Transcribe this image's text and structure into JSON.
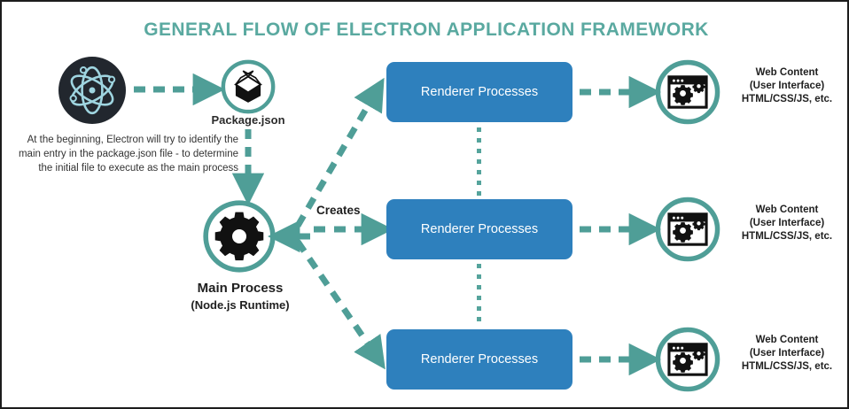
{
  "title": "GENERAL FLOW OF ELECTRON APPLICATION FRAMEWORK",
  "colors": {
    "teal": "#4f9e97",
    "teal_ring": "#4f9e97",
    "title_teal": "#5aa9a0",
    "blue_box": "#2e80bd",
    "electron_bg": "#22272e",
    "electron_line": "#9fd5e0",
    "dark_text": "#1f1f1f",
    "border": "#1c1c1c",
    "background": "#ffffff"
  },
  "nodes": {
    "electron": {
      "icon": "electron-atom-logo",
      "label": ""
    },
    "package_json": {
      "icon": "open-box-icon",
      "label": "Package.json"
    },
    "intro_text": "At the beginning, Electron will try to identify the main entry in the package.json file - to determine the initial file to execute as the main process",
    "main_process": {
      "icon": "gear-icon",
      "label_line1": "Main Process",
      "label_line2": "(Node.js Runtime)"
    },
    "creates_label": "Creates"
  },
  "renderers": [
    {
      "label": "Renderer Processes"
    },
    {
      "label": "Renderer Processes"
    },
    {
      "label": "Renderer Processes"
    }
  ],
  "web_contents": [
    {
      "icon": "browser-window-gear-icon",
      "line1": "Web Content",
      "line2": "(User Interface)",
      "line3": "HTML/CSS/JS, etc."
    },
    {
      "icon": "browser-window-gear-icon",
      "line1": "Web Content",
      "line2": "(User Interface)",
      "line3": "HTML/CSS/JS, etc."
    },
    {
      "icon": "browser-window-gear-icon",
      "line1": "Web Content",
      "line2": "(User Interface)",
      "line3": "HTML/CSS/JS, etc."
    }
  ],
  "connectors": {
    "electron_to_package": "dashed-arrow-right",
    "package_to_main": "dashed-arrow-down",
    "main_to_renderers": "dashed-arrow-branch",
    "renderer_to_web": "dashed-arrow-right",
    "renderer_to_renderer": "dotted-line-vertical"
  }
}
